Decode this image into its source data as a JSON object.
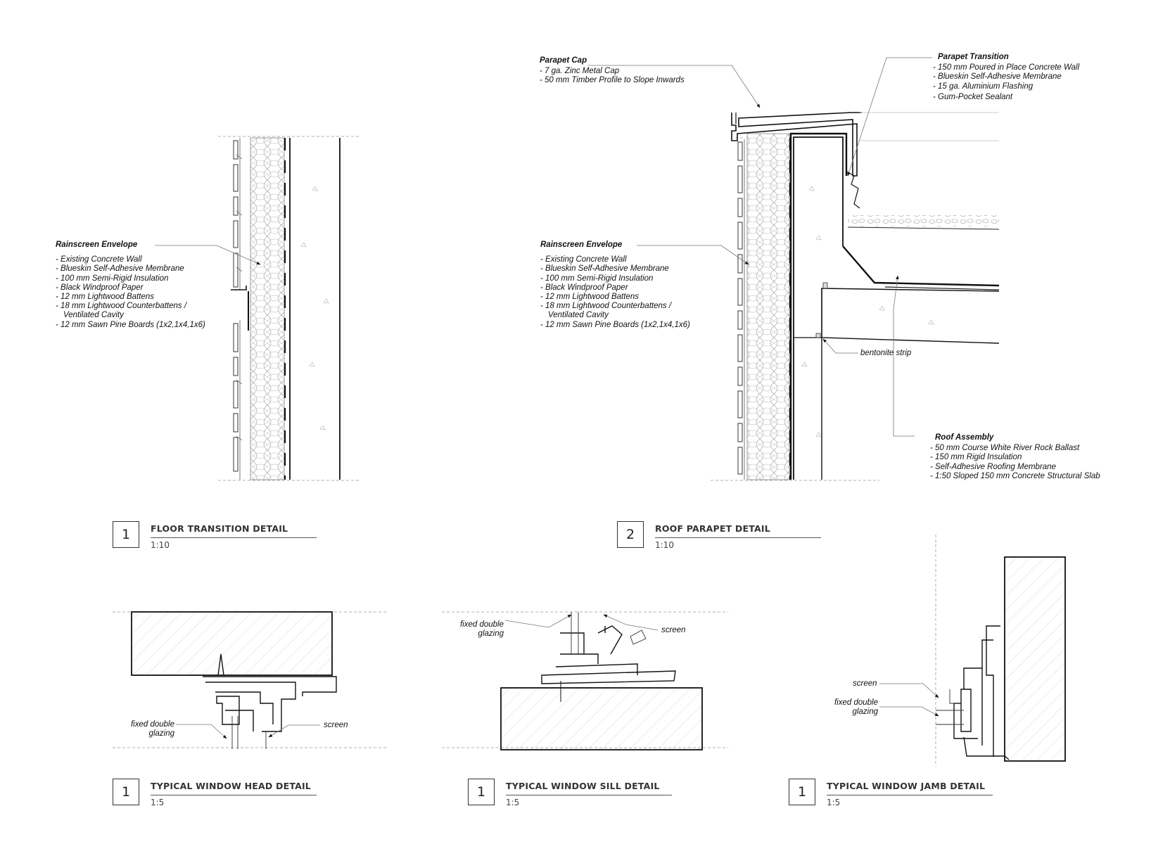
{
  "detail_1": {
    "annotation": {
      "title": "Rainscreen Envelope",
      "items": [
        "- Existing Concrete Wall",
        "- Blueskin Self-Adhesive Membrane",
        "- 100 mm Semi-Rigid Insulation",
        "- Black Windproof Paper",
        "- 12 mm Lightwood Battens",
        "- 18 mm Lightwood Counterbattens /"
      ],
      "item_cont": "Ventilated Cavity",
      "item_last": "- 12 mm Sawn Pine Boards (1x2,1x4,1x6)"
    },
    "title_block": {
      "number": "1",
      "title": "FLOOR TRANSITION DETAIL",
      "scale": "1:10"
    }
  },
  "detail_2": {
    "parapet_cap": {
      "title": "Parapet Cap",
      "items": [
        "- 7 ga. Zinc Metal Cap",
        "- 50 mm Timber Profile to Slope Inwards"
      ]
    },
    "parapet_transition": {
      "title": "Parapet Transition",
      "items": [
        "- 150 mm Poured in Place Concrete Wall",
        "- Blueskin Self-Adhesive Membrane",
        "- 15 ga. Aluminium Flashing",
        "- Gum-Pocket Sealant"
      ]
    },
    "rainscreen": {
      "title": "Rainscreen Envelope",
      "items": [
        "- Existing Concrete Wall",
        "- Blueskin Self-Adhesive Membrane",
        "- 100 mm Semi-Rigid Insulation",
        "- Black Windproof Paper",
        "- 12 mm Lightwood Battens",
        "- 18 mm Lightwood Counterbattens /"
      ],
      "item_cont": "Ventilated Cavity",
      "item_last": "- 12 mm Sawn Pine Boards (1x2,1x4,1x6)"
    },
    "bentonite": "bentonite strip",
    "roof_assembly": {
      "title": "Roof Assembly",
      "items": [
        "- 50 mm Course White River Rock Ballast",
        "- 150 mm Rigid Insulation",
        "- Self-Adhesive Roofing Membrane",
        "- 1:50 Sloped 150 mm Concrete Structural Slab"
      ]
    },
    "title_block": {
      "number": "2",
      "title": "ROOF PARAPET DETAIL",
      "scale": "1:10"
    }
  },
  "window_head": {
    "glazing_label": [
      "fixed double",
      "glazing"
    ],
    "screen_label": "screen",
    "title_block": {
      "number": "1",
      "title": "TYPICAL WINDOW HEAD DETAIL",
      "scale": "1:5"
    }
  },
  "window_sill": {
    "glazing_label": [
      "fixed double",
      "glazing"
    ],
    "screen_label": "screen",
    "title_block": {
      "number": "1",
      "title": "TYPICAL WINDOW SILL DETAIL",
      "scale": "1:5"
    }
  },
  "window_jamb": {
    "screen_label": "screen",
    "glazing_label": [
      "fixed double",
      "glazing"
    ],
    "title_block": {
      "number": "1",
      "title": "TYPICAL WINDOW JAMB DETAIL",
      "scale": "1:5"
    }
  }
}
